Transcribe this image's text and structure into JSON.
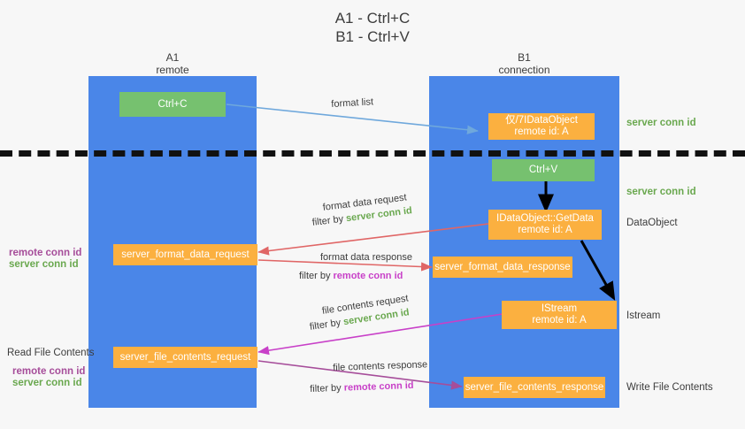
{
  "title": {
    "line1": "A1 - Ctrl+C",
    "line2": "B1 - Ctrl+V"
  },
  "lanes": [
    {
      "name": "A1",
      "sub": "remote"
    },
    {
      "name": "B1",
      "sub": "connection"
    }
  ],
  "boxes": {
    "ctrl_c": "Ctrl+C",
    "ctrl_v": "Ctrl+V",
    "idataobject": {
      "line1": "仅/7IDataObject",
      "line2": "remote id: A"
    },
    "getdata": {
      "line1": "IDataObject::GetData",
      "line2": "remote id: A"
    },
    "istream": {
      "line1": "IStream",
      "line2": "remote id: A"
    },
    "format_data_request": "server_format_data_request",
    "format_data_response": "server_format_data_response",
    "file_contents_request": "server_file_contents_request",
    "file_contents_response": "server_file_contents_response"
  },
  "right_labels": {
    "server_conn_id_1": "server conn id",
    "server_conn_id_2": "server conn id",
    "dataobject": "DataObject",
    "istream": "Istream",
    "write_file_contents": "Write File Contents"
  },
  "left_labels": {
    "remote_conn_id_1": "remote conn id",
    "server_conn_id_1": "server conn id",
    "read_file_contents": "Read File Contents",
    "remote_conn_id_2": "remote conn id",
    "server_conn_id_2": "server conn id"
  },
  "annotations": {
    "format_list": "format list",
    "format_data_request": "format data request",
    "format_data_request_filter_prefix": "filter by ",
    "format_data_request_filter_value": "server conn id",
    "format_data_response": "format data response",
    "format_data_response_filter_prefix": "filter by ",
    "format_data_response_filter_value": "remote conn id",
    "file_contents_request": "file contents request",
    "file_contents_request_filter_prefix": "filter by ",
    "file_contents_request_filter_value": "server conn id",
    "file_contents_response": "file contents response",
    "file_contents_response_filter_prefix": "filter by ",
    "file_contents_response_filter_value": "remote conn id"
  },
  "colors": {
    "lane": "#4a86e8",
    "orange": "#fbb040",
    "green": "#76c16f",
    "blue_arrow": "#6fa8dc",
    "red_arrow": "#e06666",
    "magenta_arrow": "#c840c8",
    "purple_arrow": "#a64d9a",
    "black_arrow": "#000000",
    "server_conn_id": "#6aa84f",
    "remote_conn_id": "#a64d9a"
  }
}
